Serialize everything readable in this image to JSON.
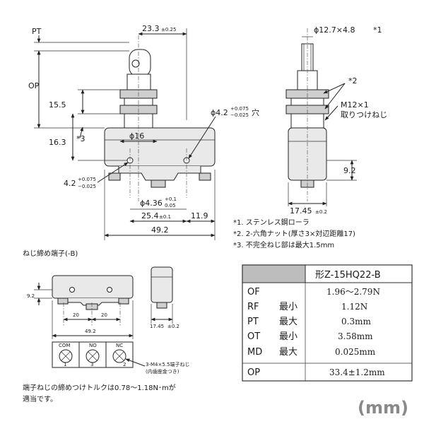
{
  "front_view": {
    "dim_top": "23.3",
    "dim_top_tol": "±0.25",
    "label_pt": "PT",
    "label_op": "OP",
    "dim_15_5": "15.5",
    "dim_16_3": "16.3",
    "note_ref3": "*3",
    "dim_phi16": "ϕ16",
    "dim_mount_hole": "ϕ4.2",
    "dim_mount_hole_tol_plus": "+0.075",
    "dim_mount_hole_tol_minus": "−0.025",
    "dim_mount_hole_suffix": "穴",
    "dim_left_hole": "4.2",
    "dim_left_hole_tol_plus": "+0.075",
    "dim_left_hole_tol_minus": "−0.025",
    "dim_phi436": "ϕ4.36",
    "dim_phi436_tol_plus": "+0.1",
    "dim_phi436_tol_minus": "0.05",
    "dim_25_4": "25.4",
    "dim_25_4_tol": "±0.1",
    "dim_11_9": "11.9",
    "dim_49_2": "49.2"
  },
  "side_view": {
    "dim_roller": "ϕ12.7×4.8",
    "note_ref1": "*1",
    "note_ref2": "*2",
    "thread_label": "M12×1",
    "thread_label_2": "取りつけねじ",
    "dim_9_2": "9.2",
    "dim_17_45": "17.45",
    "dim_17_45_tol": "±0.2"
  },
  "notes": [
    "*1. ステンレス鋼ローラ",
    "*2. 2-六角ナット(厚さ3×対辺距離17)",
    "*3. 不完全ねじ部は最大1.5mm"
  ],
  "terminal_section": {
    "title": "ねじ締め端子(-B)",
    "dim_9_2": "9.2",
    "dim_20_a": "20",
    "dim_20_b": "20",
    "dim_49_2": "49.2",
    "dim_17_45": "17.45",
    "dim_17_45_tol": "±0.2",
    "terminals": [
      {
        "label": "COM",
        "number": "1"
      },
      {
        "label": "NO",
        "number": "3"
      },
      {
        "label": "NC",
        "number": "2"
      }
    ],
    "screw_note": "3-M4×5.5端子ねじ",
    "screw_note_2": "(内歯座金つき)",
    "torque_note": "端子ねじの締めつけトルクは0.78～1.18N･mが",
    "torque_note_2": "適当です。"
  },
  "spec_table": {
    "model": "形Z-15HQ22-B",
    "rows": [
      {
        "param": "OF",
        "qual": "",
        "value": "1.96～2.79N"
      },
      {
        "param": "RF",
        "qual": "最小",
        "value": "1.12N"
      },
      {
        "param": "PT",
        "qual": "最大",
        "value": "0.3mm"
      },
      {
        "param": "OT",
        "qual": "最小",
        "value": "3.58mm"
      },
      {
        "param": "MD",
        "qual": "最大",
        "value": "0.025mm"
      },
      {
        "param": "OP",
        "qual": "",
        "value": "33.4±1.2mm"
      }
    ]
  },
  "unit_label": "(mm)"
}
